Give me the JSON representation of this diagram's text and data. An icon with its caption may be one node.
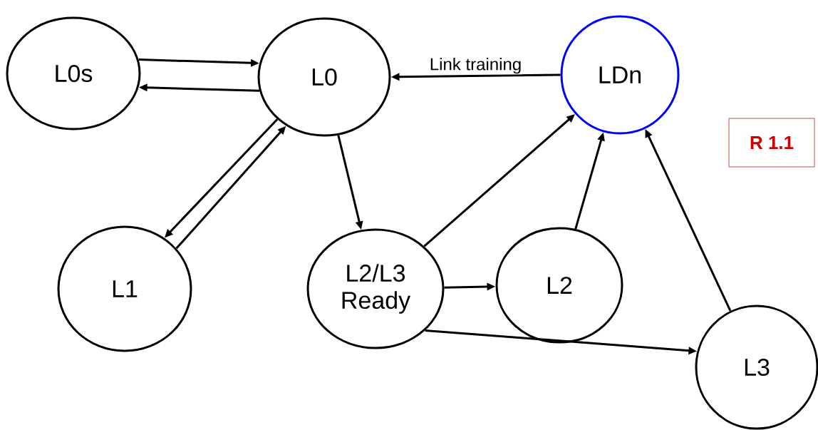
{
  "diagram": {
    "nodes": [
      {
        "text": [
          "L0s"
        ]
      },
      {
        "text": [
          "L0"
        ]
      },
      {
        "text": [
          "LDn"
        ]
      },
      {
        "text": [
          "L1"
        ]
      },
      {
        "text": [
          "L2/L3 Ready"
        ]
      },
      {
        "text": [
          "L2"
        ]
      },
      {
        "text": [
          "L3"
        ]
      },
      {
        "text": [
          "R 1.1"
        ]
      }
    ],
    "edges": [
      {
        "from": 0,
        "to": 1,
        "arrow": "to"
      },
      {
        "from": 1,
        "to": 0,
        "arrow": "to"
      },
      {
        "from": 1,
        "to": 3,
        "arrow": "to"
      },
      {
        "from": 3,
        "to": 1,
        "arrow": "to"
      },
      {
        "from": 1,
        "to": 4,
        "arrow": "to"
      },
      {
        "from": 2,
        "to": 1,
        "arrow": "to",
        "label": "Link training"
      },
      {
        "from": 4,
        "to": 2,
        "arrow": "to"
      },
      {
        "from": 5,
        "to": 2,
        "arrow": "to"
      },
      {
        "from": 6,
        "to": 2,
        "arrow": "to"
      },
      {
        "from": 4,
        "to": 5,
        "arrow": "to"
      },
      {
        "from": 4,
        "to": 6,
        "arrow": "to"
      }
    ]
  }
}
